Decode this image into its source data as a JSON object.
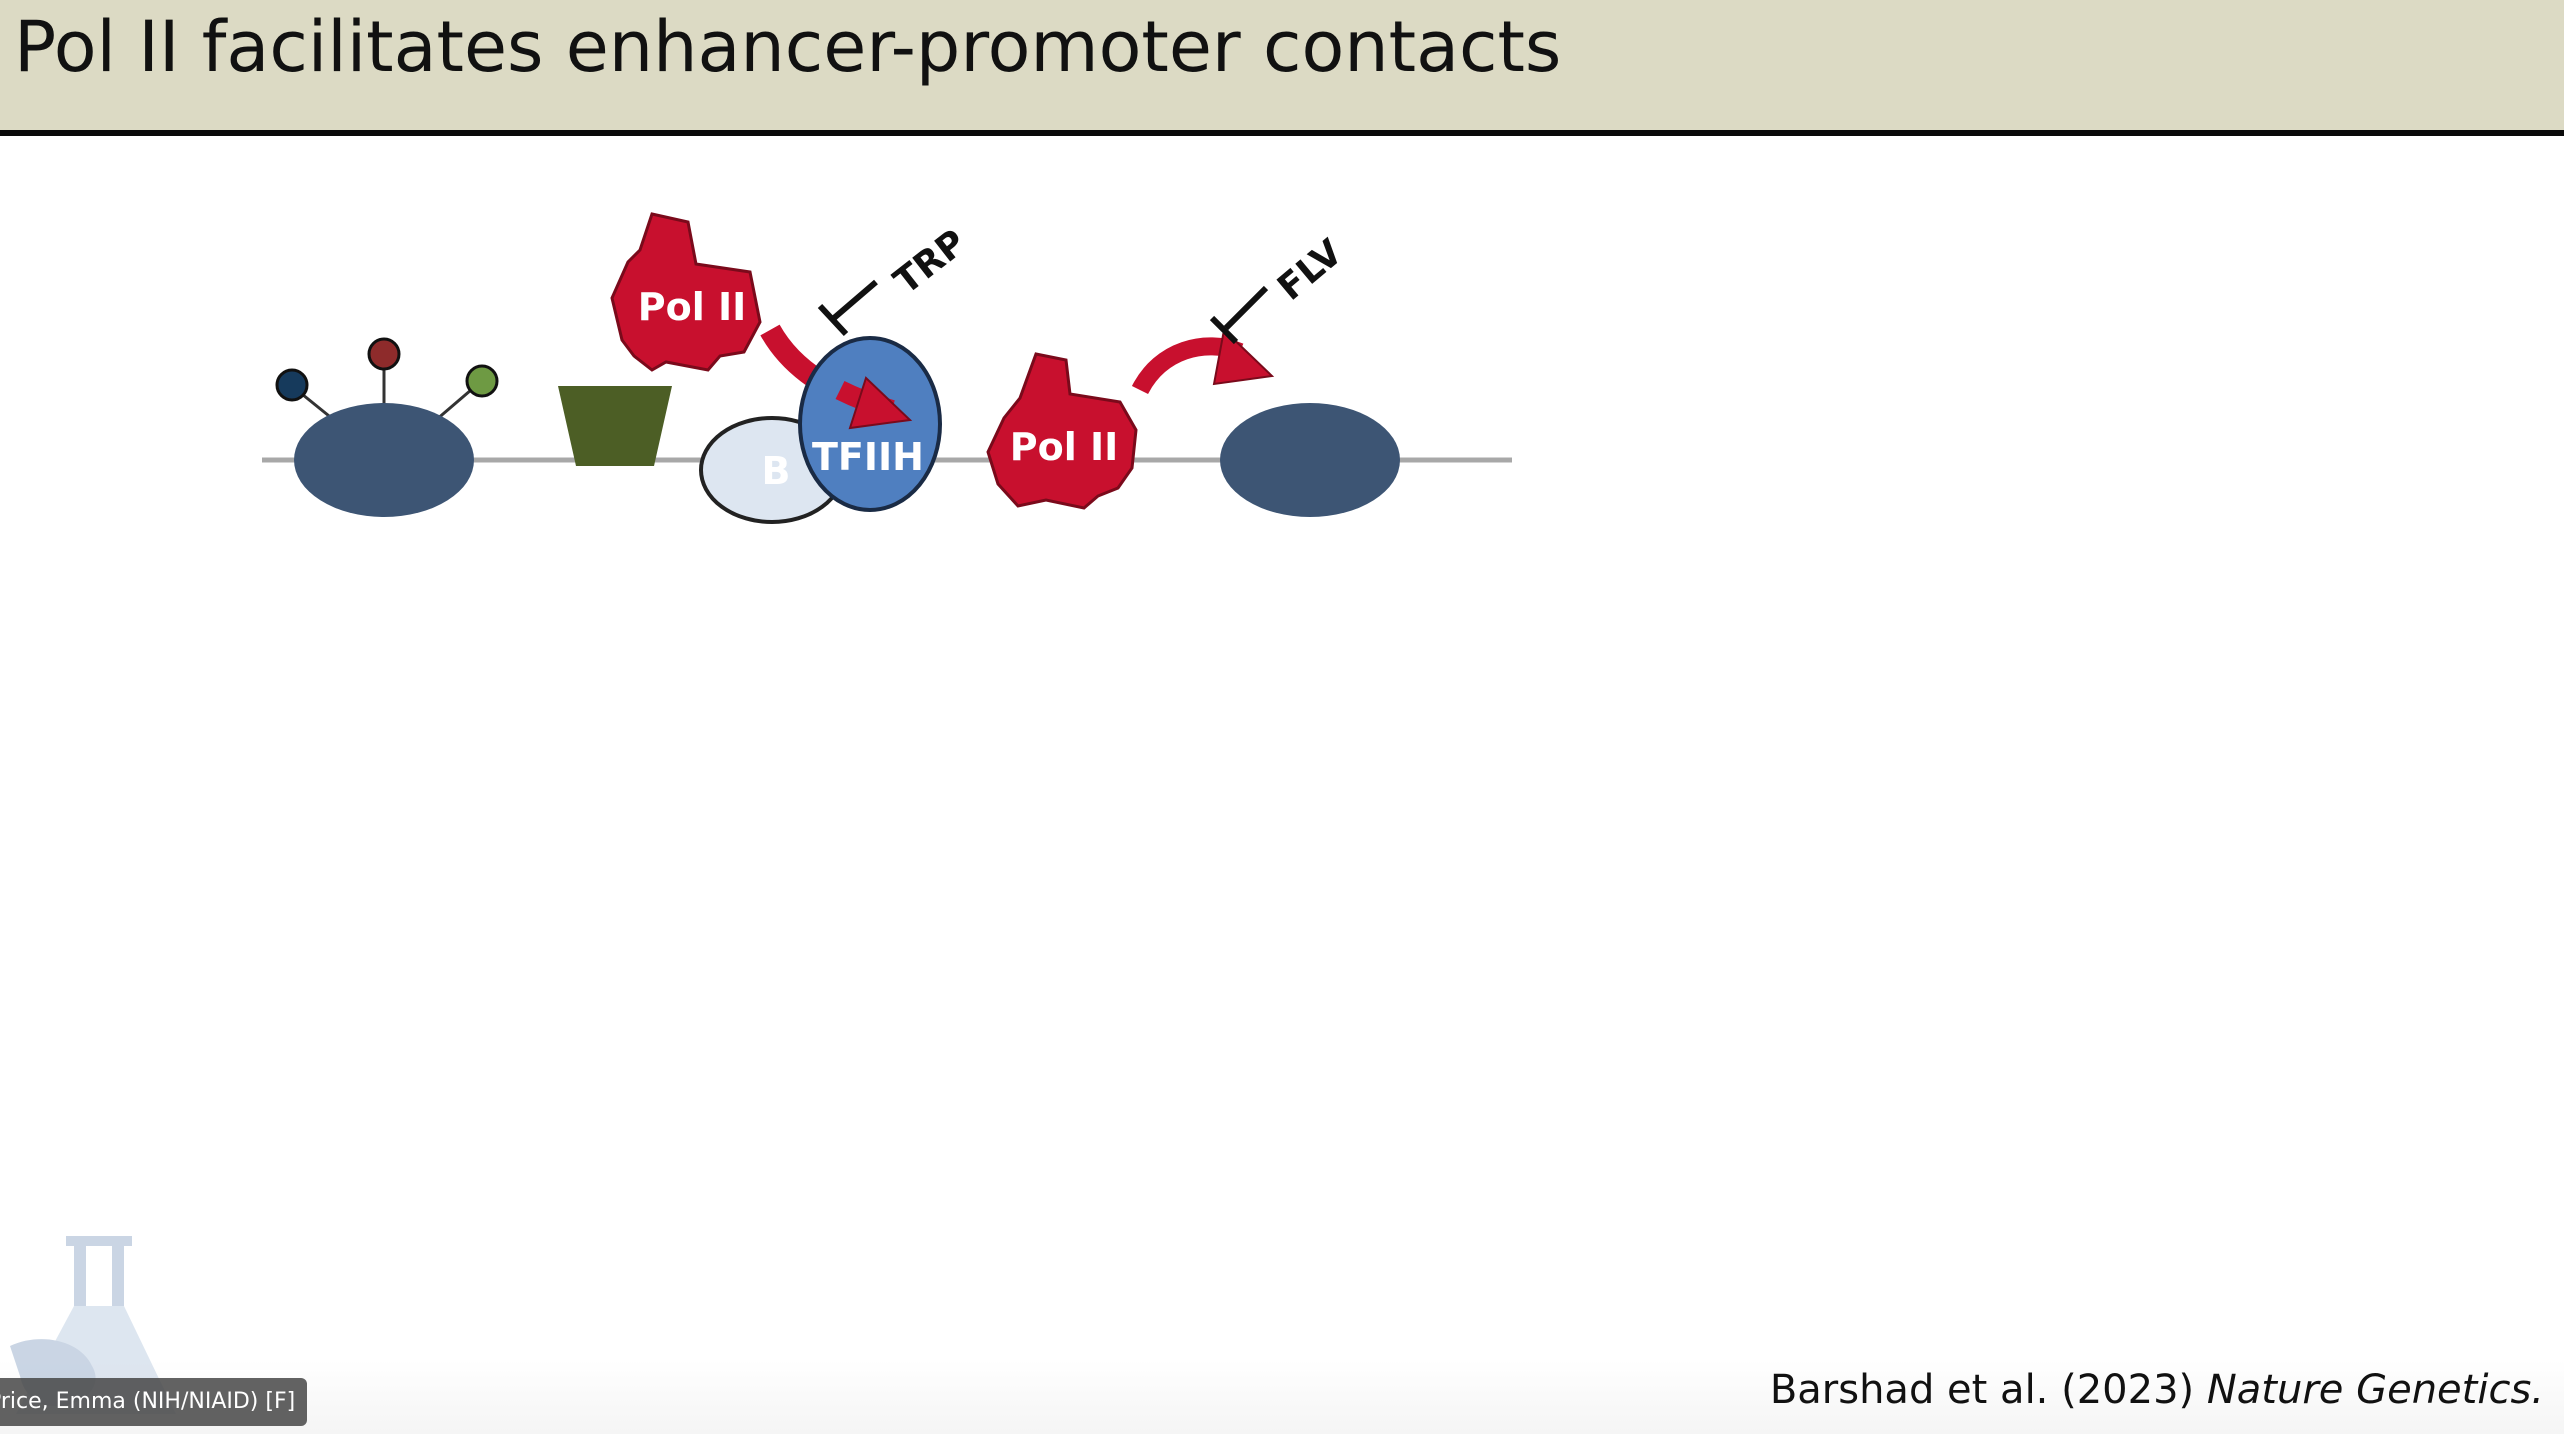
{
  "slide": {
    "title": "Pol II facilitates enhancer-promoter contacts",
    "colors": {
      "title_bar": "#dcdac4",
      "title_rule": "#0a0a0a",
      "nucleosome": "#3d5574",
      "pol2": "#c8102e",
      "tfiih": "#4f7fc0",
      "tfiib": "#dde6f1",
      "green_factor": "#4c5e25",
      "dna_line": "#a8a8a8"
    }
  },
  "diagram": {
    "pol2_enhancer_label": "Pol II",
    "pol2_promoter_label": "Pol II",
    "tfiib_label": "B",
    "tfiih_label": "TFIIH",
    "trp_label": "TRP",
    "flv_label": "FLV",
    "histone_mark_colors": [
      "#163a5c",
      "#8e2b2b",
      "#6e9a43"
    ]
  },
  "citation": {
    "authors": "Barshad et al. (2023)",
    "journal": "Nature Genetics."
  },
  "overlay": {
    "participant_name": "Price, Emma (NIH/NIAID) [F]"
  }
}
